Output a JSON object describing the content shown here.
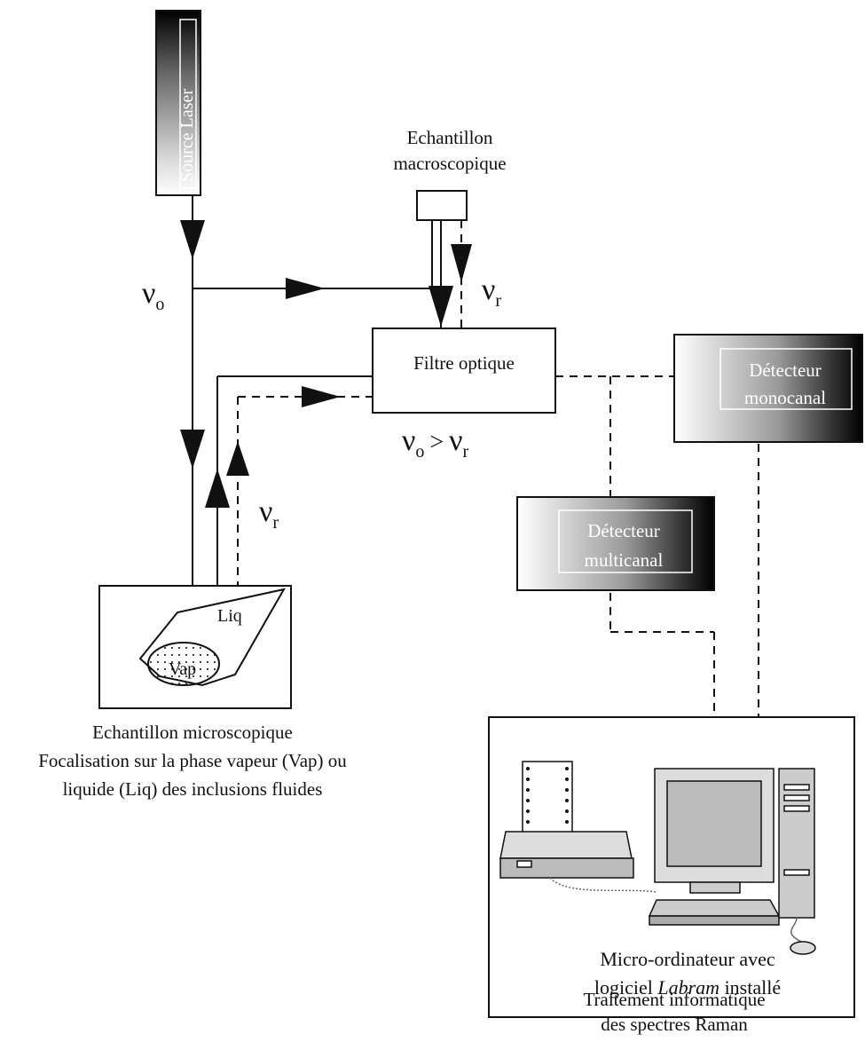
{
  "laser_label": "Source Laser",
  "macro_sample": {
    "line1": "Echantillon",
    "line2": "macroscopique"
  },
  "filter_label": "Filtre optique",
  "nu": {
    "symbol": "ν",
    "sub_o": "o",
    "sub_r": "r",
    "gt": ">"
  },
  "detector_mono": {
    "line1": "Détecteur",
    "line2": "monocanal"
  },
  "detector_multi": {
    "line1": "Détecteur",
    "line2": "multicanal"
  },
  "inclusion": {
    "liq": "Liq",
    "vap": "Vap"
  },
  "micro_sample": {
    "line1": "Echantillon microscopique",
    "line2": "Focalisation sur la phase vapeur (Vap) ou",
    "line3": "liquide (Liq) des inclusions fluides"
  },
  "computer": {
    "line1": "Micro-ordinateur  avec",
    "line2_pre": "logiciel ",
    "line2_em": "Labram",
    "line2_post": " installé"
  },
  "processing": {
    "line1": "Traitement informatique",
    "line2": "des spectres Raman"
  }
}
